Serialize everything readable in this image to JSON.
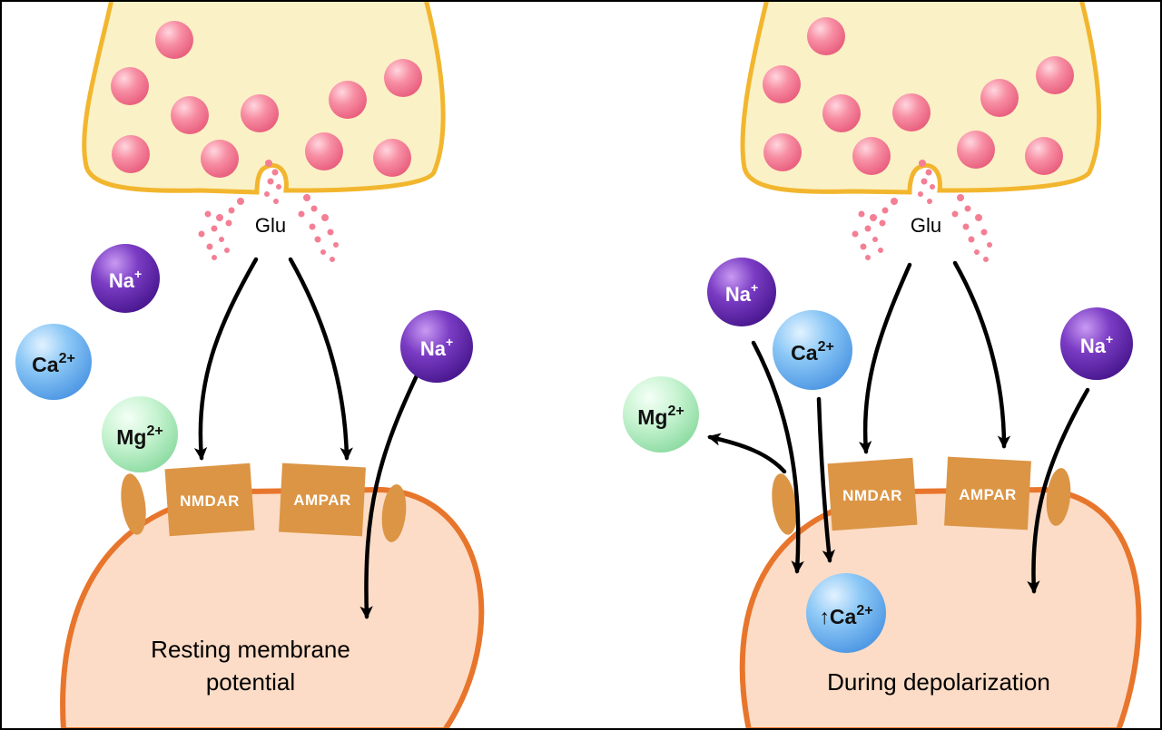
{
  "colors": {
    "terminal_fill": "#fbf1c6",
    "terminal_stroke": "#f2b62e",
    "vesicle": "#f47f94",
    "cell_fill": "#fcdcc6",
    "cell_stroke": "#e8752c",
    "receptor": "#dc9545",
    "na": "#6a2cb0",
    "ca": "#5fa8ee",
    "mg": "#a8ebb8"
  },
  "panels": {
    "left": {
      "glu": "Glu",
      "caption_line1": "Resting membrane",
      "caption_line2": "potential",
      "nmdar": "NMDAR",
      "ampar": "AMPAR"
    },
    "right": {
      "glu": "Glu",
      "caption": "During depolarization",
      "nmdar": "NMDAR",
      "ampar": "AMPAR",
      "ca_rise_arrow": "↑"
    }
  },
  "ions": {
    "na": {
      "base": "Na",
      "charge": "+"
    },
    "ca": {
      "base": "Ca",
      "charge": "2+"
    },
    "mg": {
      "base": "Mg",
      "charge": "2+"
    }
  }
}
